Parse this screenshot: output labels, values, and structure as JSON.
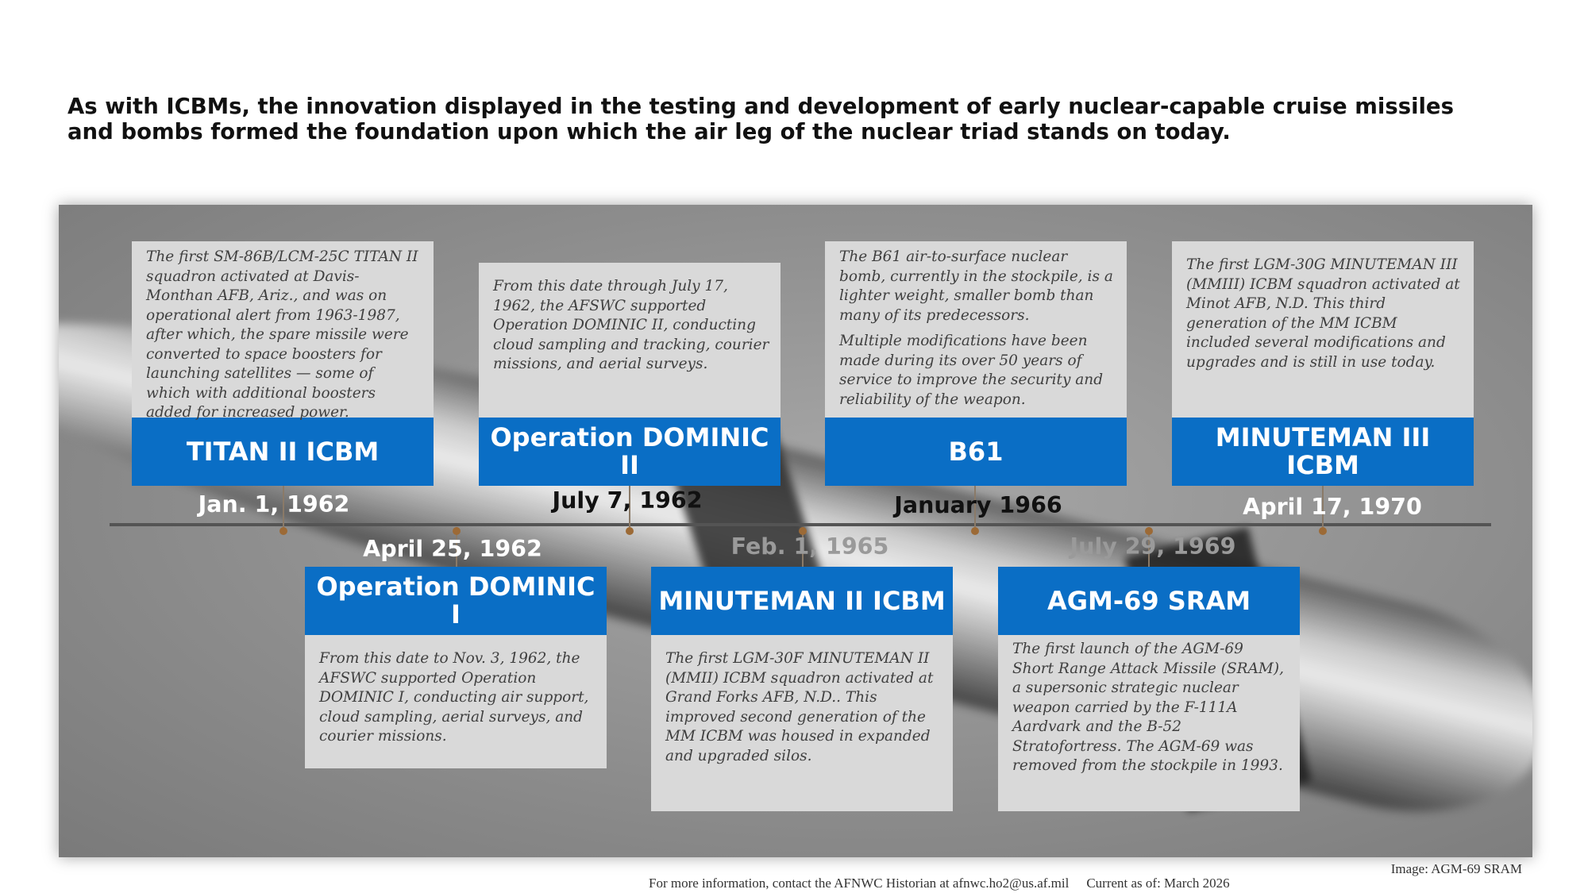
{
  "heading": {
    "line1": "As with ICBMs, the innovation displayed in the testing and development of early nuclear-capable cruise missiles",
    "line2": "and bombs formed the foundation upon which the air leg of the nuclear triad stands on today."
  },
  "events": [
    {
      "date": "Jan. 1, 1962",
      "title": "TITAN II ICBM",
      "description": [
        "The first SM-86B/LCM-25C TITAN II squadron activated at Davis-Monthan AFB, Ariz., and was on operational alert from 1963-1987, after which, the spare missile were converted to space boosters for launching satellites — some of which with additional boosters added for increased power."
      ]
    },
    {
      "date": "April 25, 1962",
      "title": "Operation DOMINIC I",
      "description": [
        "From this date to Nov. 3, 1962, the AFSWC supported Operation DOMINIC I, conducting air support, cloud sampling, aerial surveys, and courier missions."
      ]
    },
    {
      "date": "July 7, 1962",
      "title": "Operation DOMINIC II",
      "description": [
        "From this date through July 17, 1962, the AFSWC supported Operation DOMINIC II, conducting cloud sampling and tracking, courier missions, and aerial surveys."
      ]
    },
    {
      "date": "Feb. 1, 1965",
      "title": "MINUTEMAN II ICBM",
      "description": [
        "The first LGM-30F MINUTEMAN II (MMII) ICBM squadron activated at Grand Forks AFB, N.D..  This improved second generation of the MM ICBM was housed in expanded and upgraded silos."
      ]
    },
    {
      "date": "January 1966",
      "title": "B61",
      "description": [
        "The B61 air-to-surface nuclear bomb, currently in the stockpile, is a lighter weight, smaller bomb than many of its predecessors.",
        "Multiple modifications have been made during its over 50 years of service to improve the security and reliability of the weapon."
      ]
    },
    {
      "date": "July 29, 1969",
      "title": "AGM-69 SRAM",
      "description": [
        "The first launch of the AGM-69 Short Range Attack Missile (SRAM), a supersonic strategic nuclear weapon carried by the F-111A Aardvark and the B-52 Stratofortress. The AGM-69 was removed from the stockpile in 1993."
      ]
    },
    {
      "date": "April 17, 1970",
      "title": "MINUTEMAN III ICBM",
      "description": [
        "The first LGM-30G MINUTEMAN III (MMIII) ICBM squadron activated at Minot AFB, N.D.  This third generation of the MM ICBM included several modifications and upgrades and is still in use today."
      ]
    }
  ],
  "image_credit": "Image: AGM-69 SRAM",
  "footer": {
    "contact": "For more information, contact the AFNWC Historian at afnwc.ho2@us.af.mil",
    "current": "Current as of: March 2026"
  },
  "colors": {
    "title_bar": "#0a6ec5",
    "description_box": "#d9d9d9",
    "axis": "#545454",
    "tick": "#9c6a36"
  }
}
